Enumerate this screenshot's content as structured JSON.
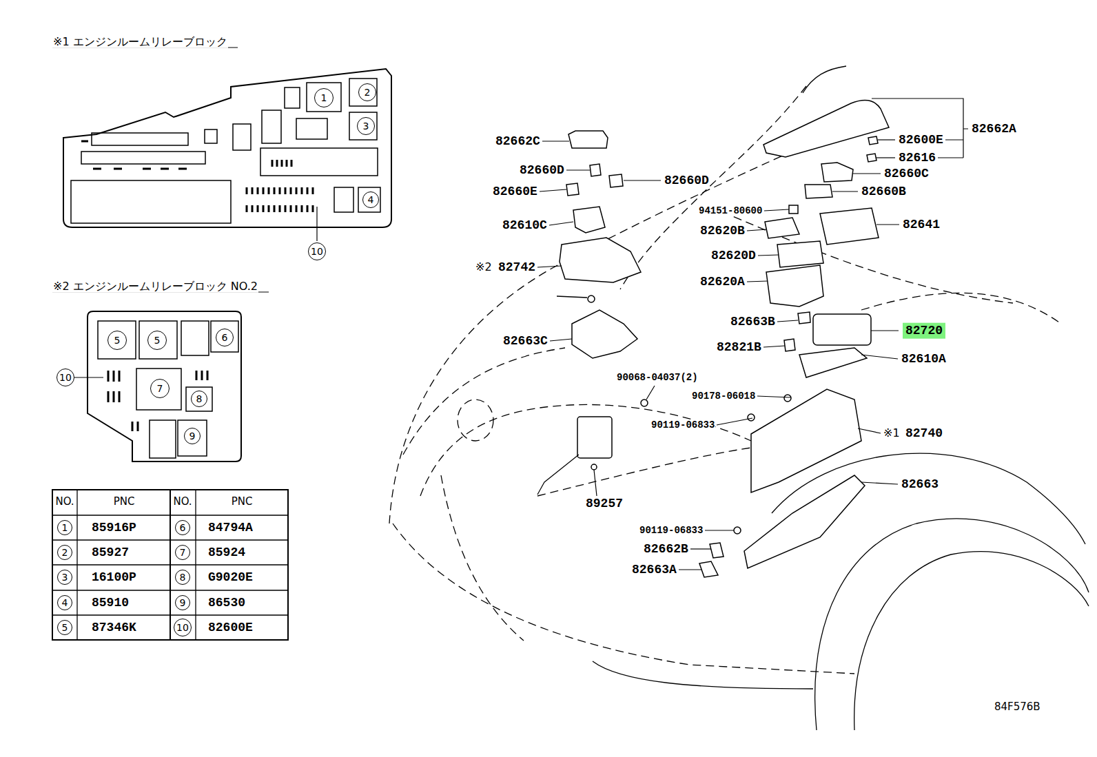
{
  "diagram": {
    "nodes": [
      {
        "text": [
          "1"
        ]
      },
      {
        "text": [
          "2"
        ]
      },
      {
        "text": [
          "3"
        ]
      },
      {
        "text": [
          "4"
        ]
      },
      {
        "text": [
          "10"
        ]
      },
      {
        "text": [
          "5"
        ]
      },
      {
        "text": [
          "5"
        ]
      },
      {
        "text": [
          "6"
        ]
      },
      {
        "text": [
          "10"
        ]
      },
      {
        "text": [
          "7"
        ]
      },
      {
        "text": [
          "8"
        ]
      },
      {
        "text": [
          "9"
        ]
      },
      {
        "text": [
          "1"
        ]
      },
      {
        "text": [
          "6"
        ]
      },
      {
        "text": [
          "2"
        ]
      },
      {
        "text": [
          "7"
        ]
      },
      {
        "text": [
          "3"
        ]
      },
      {
        "text": [
          "8"
        ]
      },
      {
        "text": [
          "4"
        ]
      },
      {
        "text": [
          "9"
        ]
      },
      {
        "text": [
          "5"
        ]
      },
      {
        "text": [
          "10"
        ]
      }
    ],
    "labels": [
      "※1 エンジンルームリレーブロック",
      "※2 エンジンルームリレーブロック NO.2",
      "NO.",
      "PNC",
      "NO.",
      "PNC",
      "85916P",
      "84794A",
      "85927",
      "85924",
      "16100P",
      "G9020E",
      "85910",
      "86530",
      "87346K",
      "82600E",
      "82662C",
      "82660D",
      "82660E",
      "82660D",
      "82610C",
      "※2",
      "82742",
      "82663C",
      "82662A",
      "82600E",
      "82616",
      "82660C",
      "82660B",
      "94151-80600",
      "82620B",
      "82641",
      "82620D",
      "82620A",
      "82663B",
      "82720",
      "82821B",
      "82610A",
      "90068-04037(2)",
      "90178-06018",
      "90119-06833",
      "※1",
      "82740",
      "82663",
      "89257",
      "90119-06833",
      "82662B",
      "82663A",
      "84F576B"
    ]
  }
}
